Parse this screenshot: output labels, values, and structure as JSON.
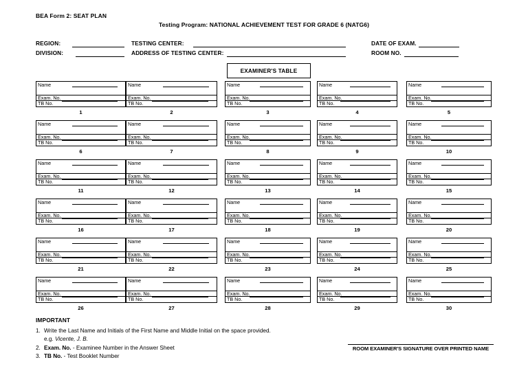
{
  "document": {
    "form_title": "BEA Form 2: SEAT PLAN",
    "program_line": "Testing Program: NATIONAL ACHIEVEMENT TEST FOR GRADE 6 (NATG6)"
  },
  "fields": {
    "region_label": "REGION:",
    "division_label": "DIVISION:",
    "testing_center_label": "TESTING CENTER:",
    "address_label": "ADDRESS OF TESTING CENTER:",
    "date_label": "DATE OF EXAM.",
    "room_label": "ROOM NO.",
    "region_value": "",
    "division_value": "",
    "testing_center_value": "",
    "address_value": "",
    "date_value": "",
    "room_value": ""
  },
  "examiner_table": {
    "label": "EXAMINER'S TABLE"
  },
  "seat_cell_labels": {
    "name": "Name",
    "exam_no": "Exam. No.",
    "tb_no": "TB No."
  },
  "seats": [
    {
      "number": "1"
    },
    {
      "number": "2"
    },
    {
      "number": "3"
    },
    {
      "number": "4"
    },
    {
      "number": "5"
    },
    {
      "number": "6"
    },
    {
      "number": "7"
    },
    {
      "number": "8"
    },
    {
      "number": "9"
    },
    {
      "number": "10"
    },
    {
      "number": "11"
    },
    {
      "number": "12"
    },
    {
      "number": "13"
    },
    {
      "number": "14"
    },
    {
      "number": "15"
    },
    {
      "number": "16"
    },
    {
      "number": "17"
    },
    {
      "number": "18"
    },
    {
      "number": "19"
    },
    {
      "number": "20"
    },
    {
      "number": "21"
    },
    {
      "number": "22"
    },
    {
      "number": "23"
    },
    {
      "number": "24"
    },
    {
      "number": "25"
    },
    {
      "number": "26"
    },
    {
      "number": "27"
    },
    {
      "number": "28"
    },
    {
      "number": "29"
    },
    {
      "number": "30"
    }
  ],
  "grid": {
    "columns": 5,
    "rows": 6,
    "total_seats": 30
  },
  "important": {
    "heading": "IMPORTANT",
    "notes": [
      {
        "num": "1.",
        "text": "Write the Last Name and Initials of the First Name and Middle Initial on the space provided.",
        "example_prefix": "e.g.",
        "example_value": "Vicente, J. B."
      },
      {
        "num": "2.",
        "term": "Exam. No.",
        "text": " - Examinee Number in the Answer Sheet"
      },
      {
        "num": "3.",
        "term": "TB No.",
        "text": " - Test Booklet Number"
      }
    ]
  },
  "signature": {
    "caption": "ROOM EXAMINER'S SIGNATURE OVER PRINTED NAME"
  },
  "colors": {
    "ink": "#000000",
    "paper": "#ffffff"
  }
}
